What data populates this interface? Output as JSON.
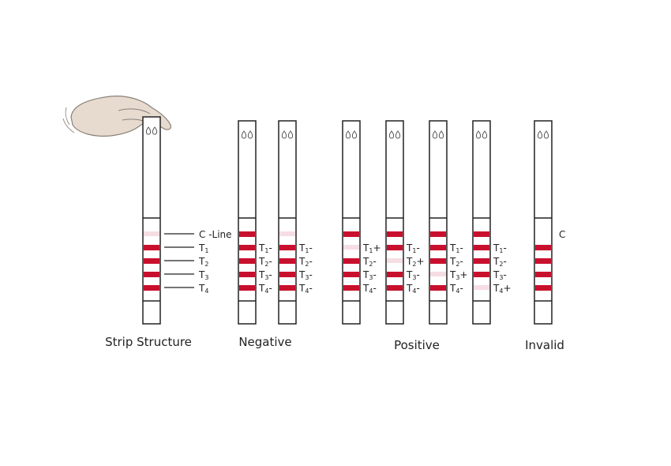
{
  "colors": {
    "line": "#c8102e",
    "faint": "#f6dde4",
    "outline": "#222222"
  },
  "structure": {
    "labels": [
      {
        "main": "C",
        "sub": "",
        "suffix": " -Line"
      },
      {
        "main": "T",
        "sub": "1",
        "suffix": ""
      },
      {
        "main": "T",
        "sub": "2",
        "suffix": ""
      },
      {
        "main": "T",
        "sub": "3",
        "suffix": ""
      },
      {
        "main": "T",
        "sub": "4",
        "suffix": ""
      }
    ],
    "bands": [
      "faint",
      "red",
      "red",
      "red",
      "red"
    ],
    "caption": "Strip Structure"
  },
  "strips": [
    {
      "bands": [
        "red",
        "red",
        "red",
        "red",
        "red"
      ],
      "labels": [
        "",
        "T1-",
        "T2-",
        "T3-",
        "T4-"
      ],
      "group": "negative"
    },
    {
      "bands": [
        "faint",
        "red",
        "red",
        "red",
        "red"
      ],
      "labels": [
        "",
        "T1-",
        "T2-",
        "T3-",
        "T4-"
      ],
      "group": "negative"
    },
    {
      "bands": [
        "red",
        "faint",
        "red",
        "red",
        "red"
      ],
      "labels": [
        "",
        "T1+",
        "T2-",
        "T3-",
        "T4-"
      ],
      "group": "positive"
    },
    {
      "bands": [
        "red",
        "red",
        "faint",
        "red",
        "red"
      ],
      "labels": [
        "",
        "T1-",
        "T2+",
        "T3-",
        "T4-"
      ],
      "group": "positive"
    },
    {
      "bands": [
        "red",
        "red",
        "red",
        "faint",
        "red"
      ],
      "labels": [
        "",
        "T1-",
        "T2-",
        "T3+",
        "T4-"
      ],
      "group": "positive"
    },
    {
      "bands": [
        "red",
        "red",
        "red",
        "red",
        "faint"
      ],
      "labels": [
        "",
        "T1-",
        "T2-",
        "T3-",
        "T4+"
      ],
      "group": "positive"
    },
    {
      "bands": [
        "none",
        "red",
        "red",
        "red",
        "red"
      ],
      "labels": [
        "C",
        "",
        "",
        "",
        ""
      ],
      "group": "invalid"
    }
  ],
  "captions": {
    "negative": "Negative",
    "positive": "Positive",
    "invalid": "Invalid"
  }
}
